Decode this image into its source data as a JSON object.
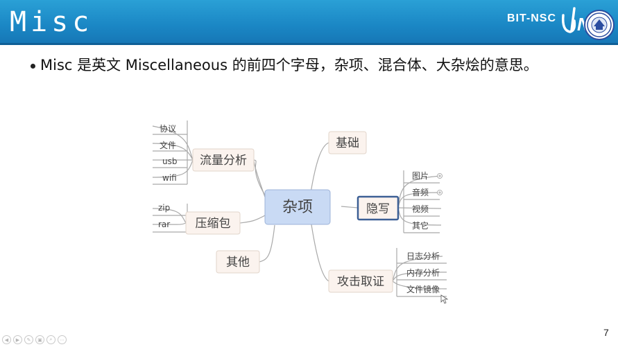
{
  "slide": {
    "title": "Misc",
    "brand": "BIT-NSC",
    "brand_logo_text": "NSC",
    "page_number": "7"
  },
  "bullet": {
    "text": "Misc 是英文 Miscellaneous 的前四个字母，杂项、混合体、大杂烩的意思。"
  },
  "mindmap": {
    "center": "杂项",
    "left_branches": [
      {
        "label": "流量分析",
        "children": [
          "协议",
          "文件",
          "usb",
          "wifi"
        ]
      },
      {
        "label": "压缩包",
        "children": [
          "zip",
          "rar"
        ]
      },
      {
        "label": "其他",
        "children": []
      }
    ],
    "right_branches": [
      {
        "label": "基础",
        "children": []
      },
      {
        "label": "隐写",
        "children": [
          "图片",
          "音频",
          "视频",
          "其它"
        ]
      },
      {
        "label": "攻击取证",
        "children": [
          "日志分析",
          "内存分析",
          "文件镜像"
        ]
      }
    ]
  },
  "nav": {
    "icons": [
      "prev-icon",
      "next-icon",
      "pen-icon",
      "screen-icon",
      "zoom-icon",
      "more-icon"
    ]
  },
  "colors": {
    "header": "#1a86c4",
    "center_node": "#c9daf4",
    "branch_node": "#fbf3ee",
    "selected_border": "#3c5f95",
    "line": "#a9a9a9"
  }
}
